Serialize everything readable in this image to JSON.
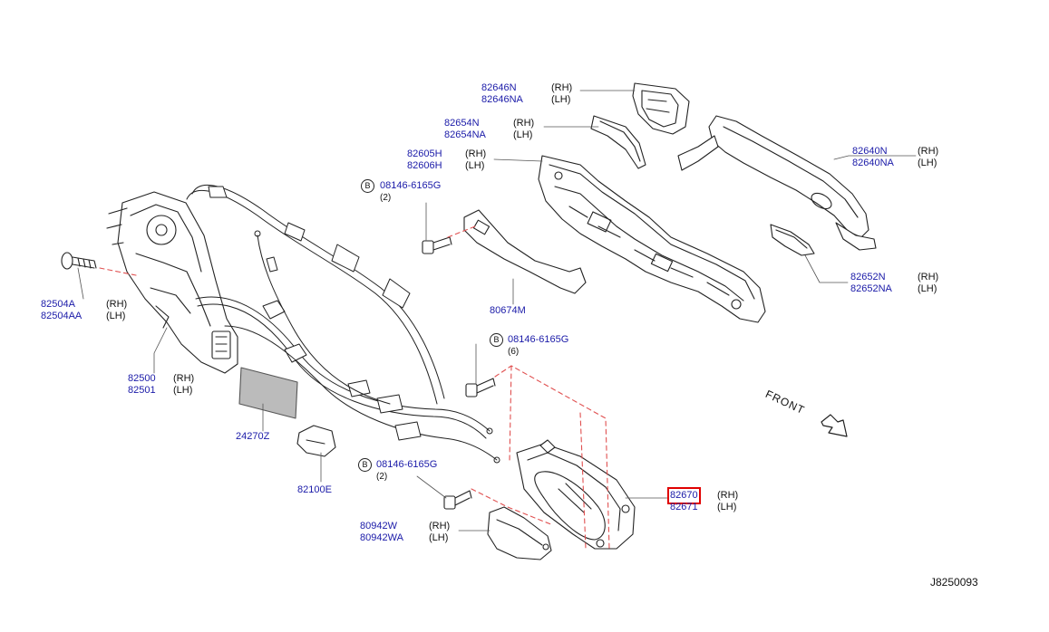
{
  "diagram_code": "J8250093",
  "front_label": "FRONT",
  "bolt_marker": "B",
  "colors": {
    "part_number": "#1a1aa8",
    "highlight": "#e00000",
    "leader": "#222222",
    "dashed": "#e05050"
  },
  "parts": {
    "p82646": {
      "rh_no": "82646N",
      "lh_no": "82646NA",
      "rh": "(RH)",
      "lh": "(LH)"
    },
    "p82654": {
      "rh_no": "82654N",
      "lh_no": "82654NA",
      "rh": "(RH)",
      "lh": "(LH)"
    },
    "p82605": {
      "rh_no": "82605H",
      "lh_no": "82606H",
      "rh": "(RH)",
      "lh": "(LH)"
    },
    "p82640": {
      "rh_no": "82640N",
      "lh_no": "82640NA",
      "rh": "(RH)",
      "lh": "(LH)"
    },
    "p82652": {
      "rh_no": "82652N",
      "lh_no": "82652NA",
      "rh": "(RH)",
      "lh": "(LH)"
    },
    "p82504": {
      "rh_no": "82504A",
      "lh_no": "82504AA",
      "rh": "(RH)",
      "lh": "(LH)"
    },
    "p82500": {
      "rh_no": "82500",
      "lh_no": "82501",
      "rh": "(RH)",
      "lh": "(LH)"
    },
    "p82670": {
      "rh_no": "82670",
      "lh_no": "82671",
      "rh": "(RH)",
      "lh": "(LH)"
    },
    "p80942": {
      "rh_no": "80942W",
      "lh_no": "80942WA",
      "rh": "(RH)",
      "lh": "(LH)"
    },
    "p80674": {
      "no": "80674M"
    },
    "p24270": {
      "no": "24270Z"
    },
    "p82100": {
      "no": "82100E"
    },
    "bolt1": {
      "no": "08146-6165G",
      "qty": "(2)"
    },
    "bolt2": {
      "no": "08146-6165G",
      "qty": "(6)"
    },
    "bolt3": {
      "no": "08146-6165G",
      "qty": "(2)"
    }
  }
}
